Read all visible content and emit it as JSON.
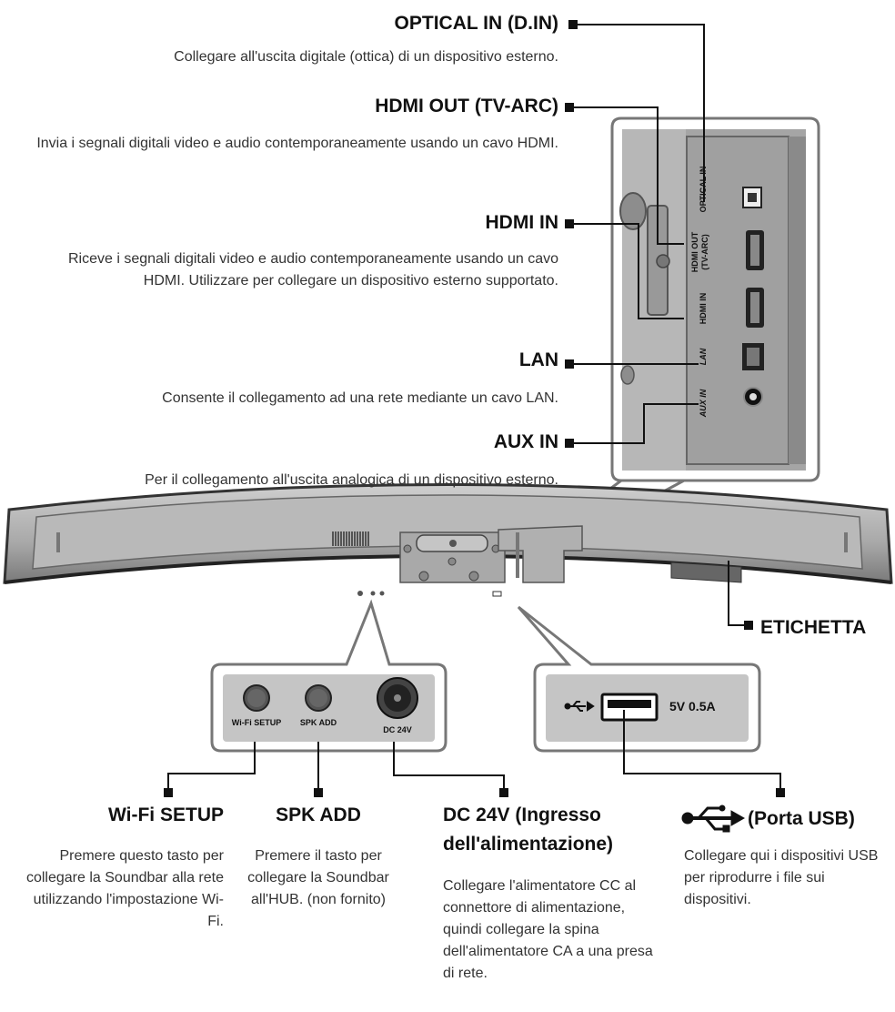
{
  "ports": {
    "optical": {
      "title": "OPTICAL IN (D.IN)",
      "desc": "Collegare all'uscita digitale (ottica) di un dispositivo esterno."
    },
    "hdmi_out": {
      "title": "HDMI OUT (TV-ARC)",
      "desc": "Invia i segnali digitali video e audio contemporaneamente usando un cavo HDMI."
    },
    "hdmi_in": {
      "title": "HDMI IN",
      "desc": "Riceve i segnali digitali video e audio contemporaneamente usando un cavo HDMI. Utilizzare per collegare un dispositivo esterno supportato."
    },
    "lan": {
      "title": "LAN",
      "desc": "Consente il collegamento ad una rete mediante un cavo LAN."
    },
    "aux": {
      "title": "AUX IN",
      "desc": "Per il collegamento all'uscita analogica di un dispositivo esterno."
    },
    "etichetta": {
      "title": "ETICHETTA"
    },
    "wifi": {
      "title": "Wi-Fi SETUP",
      "desc": "Premere questo tasto per collegare la Soundbar alla rete utilizzando l'impostazione Wi-Fi."
    },
    "spk": {
      "title": "SPK ADD",
      "desc": "Premere il tasto per collegare la Soundbar all'HUB. (non fornito)"
    },
    "dc": {
      "title_1": "DC 24V (Ingresso",
      "title_2": "dell'alimentazione)",
      "desc": "Collegare l'alimentatore CC al connettore di alimentazione, quindi collegare la spina dell'alimentatore CA a una presa di rete."
    },
    "usb": {
      "title": "(Porta USB)",
      "desc": "Collegare qui i dispositivi USB per riprodurre i file sui dispositivi."
    }
  },
  "panel_labels": {
    "optical": "OPTICAL IN",
    "hdmi_out_1": "HDMI OUT",
    "hdmi_out_2": "(TV-ARC)",
    "hdmi_in": "HDMI IN",
    "lan": "LAN",
    "aux": "AUX IN"
  },
  "bottom_panel_labels": {
    "wifi": "Wi-Fi SETUP",
    "spk": "SPK ADD",
    "dc": "DC 24V",
    "usb_rating": "5V 0.5A"
  },
  "icons": {
    "usb": "usb-icon",
    "usb_small": "usb-small-icon"
  }
}
